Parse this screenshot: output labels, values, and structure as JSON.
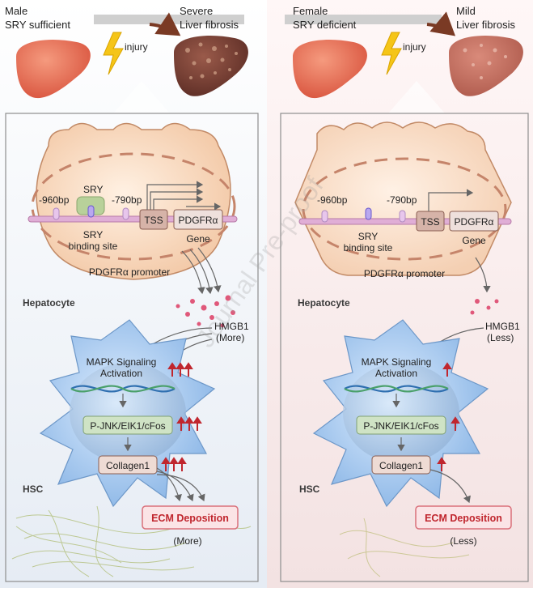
{
  "left": {
    "top_label_1": "Male",
    "top_label_2": "SRY sufficient",
    "injury": "injury",
    "outcome_1": "Severe",
    "outcome_2": "Liver fibrosis",
    "site_960": "-960bp",
    "site_790": "-790bp",
    "sry": "SRY",
    "tss": "TSS",
    "gene_box": "PDGFRα",
    "sry_binding_1": "SRY",
    "sry_binding_2": "binding site",
    "gene": "Gene",
    "promoter": "PDGFRα promoter",
    "hepatocyte": "Hepatocyte",
    "hmgb1": "HMGB1",
    "hmgb1_amount": "(More)",
    "mapk_1": "MAPK Signaling",
    "mapk_2": "Activation",
    "jnk": "P-JNK/EIK1/cFos",
    "collagen": "Collagen1",
    "hsc": "HSC",
    "ecm": "ECM Deposition",
    "ecm_amount": "(More)"
  },
  "right": {
    "top_label_1": "Female",
    "top_label_2": "SRY deficient",
    "injury": "injury",
    "outcome_1": "Mild",
    "outcome_2": "Liver fibrosis",
    "site_960": "-960bp",
    "site_790": "-790bp",
    "tss": "TSS",
    "gene_box": "PDGFRα",
    "sry_binding_1": "SRY",
    "sry_binding_2": "binding site",
    "gene": "Gene",
    "promoter": "PDGFRα promoter",
    "hepatocyte": "Hepatocyte",
    "hmgb1": "HMGB1",
    "hmgb1_amount": "(Less)",
    "mapk_1": "MAPK Signaling",
    "mapk_2": "Activation",
    "jnk": "P-JNK/EIK1/cFos",
    "collagen": "Collagen1",
    "hsc": "HSC",
    "ecm": "ECM Deposition",
    "ecm_amount": "(Less)"
  },
  "watermark": "Journal Pre-proof",
  "colors": {
    "arrow_up": "#c0262e",
    "ecm_border": "#d9707a",
    "ecm_text": "#c0262e",
    "left_panel_bg": "#f3f5f9",
    "right_panel_bg": "#fbf3f3",
    "hsc_cell": "#9fc2ea"
  }
}
